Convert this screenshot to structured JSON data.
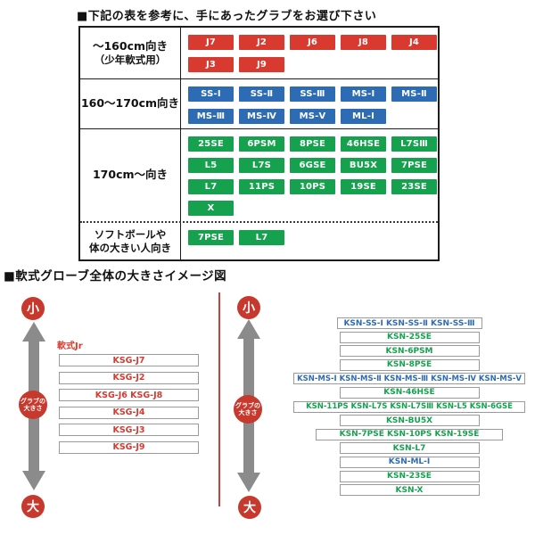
{
  "section1": {
    "heading": "■下記の表を参考に、手にあったグラブをお選び下さい",
    "table": {
      "rows": [
        {
          "label_lines": [
            "〜160cm向き",
            "（少年軟式用）"
          ],
          "color": "#d93a30",
          "chip_lines": [
            [
              "J7",
              "J2",
              "J6",
              "J8",
              "J4"
            ],
            [
              "J3",
              "J9"
            ]
          ]
        },
        {
          "label_lines": [
            "160〜170cm向き"
          ],
          "color": "#2d6cb4",
          "chip_lines": [
            [
              "SS-Ⅰ",
              "SS-Ⅱ",
              "SS-Ⅲ",
              "MS-Ⅰ",
              "MS-Ⅱ"
            ],
            [
              "MS-Ⅲ",
              "MS-Ⅳ",
              "MS-Ⅴ",
              "ML-Ⅰ"
            ]
          ]
        },
        {
          "label_lines": [
            "170cm〜向き"
          ],
          "color": "#16a14e",
          "chip_lines": [
            [
              "25SE",
              "6PSM",
              "8PSE",
              "46HSE",
              "L7SⅢ"
            ],
            [
              "L5",
              "L7S",
              "6GSE",
              "BU5X",
              "7PSE"
            ],
            [
              "L7",
              "11PS",
              "10PS",
              "19SE",
              "23SE"
            ],
            [
              "X"
            ]
          ]
        },
        {
          "label_lines": [
            "ソフトボールや",
            "体の大きい人向き"
          ],
          "color": "#16a14e",
          "chip_lines": [
            [
              "7PSE",
              "L7"
            ]
          ]
        }
      ]
    }
  },
  "section2": {
    "heading": "■軟式グローブ全体の大きさイメージ図",
    "small_label": "小",
    "large_label": "大",
    "axis_label_lines": [
      "グラブの",
      "大きさ"
    ],
    "colors": {
      "red": "#d93a30",
      "blue": "#2d6cb4",
      "green": "#16a14e"
    },
    "left": {
      "group_label": "軟式Jr",
      "boxes": [
        {
          "label": "KSG-J7",
          "color": "red",
          "size": "normal"
        },
        {
          "label": "KSG-J2",
          "color": "red",
          "size": "normal"
        },
        {
          "label": "KSG-J6 KSG-J8",
          "color": "red",
          "size": "normal"
        },
        {
          "label": "KSG-J4",
          "color": "red",
          "size": "normal"
        },
        {
          "label": "KSG-J3",
          "color": "red",
          "size": "normal"
        },
        {
          "label": "KSG-J9",
          "color": "red",
          "size": "normal"
        }
      ]
    },
    "right": {
      "boxes": [
        {
          "label": "KSN-SS-Ⅰ KSN-SS-Ⅱ KSN-SS-Ⅲ",
          "color": "blue",
          "size": "ss"
        },
        {
          "label": "KSN-25SE",
          "color": "green",
          "size": "normal"
        },
        {
          "label": "KSN-6PSM",
          "color": "green",
          "size": "normal"
        },
        {
          "label": "KSN-8PSE",
          "color": "green",
          "size": "normal"
        },
        {
          "label": "KSN-MS-Ⅰ KSN-MS-Ⅱ KSN-MS-Ⅲ KSN-MS-Ⅳ KSN-MS-Ⅴ",
          "color": "blue",
          "size": "wide"
        },
        {
          "label": "KSN-46HSE",
          "color": "green",
          "size": "normal"
        },
        {
          "label": "KSN-11PS KSN-L7S KSN-L7SⅢ KSN-L5 KSN-6GSE",
          "color": "green",
          "size": "wide"
        },
        {
          "label": "KSN-BU5X",
          "color": "green",
          "size": "normal"
        },
        {
          "label": "KSN-7PSE KSN-10PS KSN-19SE",
          "color": "green",
          "size": "medium"
        },
        {
          "label": "KSN-L7",
          "color": "green",
          "size": "normal"
        },
        {
          "label": "KSN-ML-Ⅰ",
          "color": "blue",
          "size": "normal"
        },
        {
          "label": "KSN-23SE",
          "color": "green",
          "size": "normal"
        },
        {
          "label": "KSN-X",
          "color": "green",
          "size": "normal"
        }
      ]
    }
  }
}
